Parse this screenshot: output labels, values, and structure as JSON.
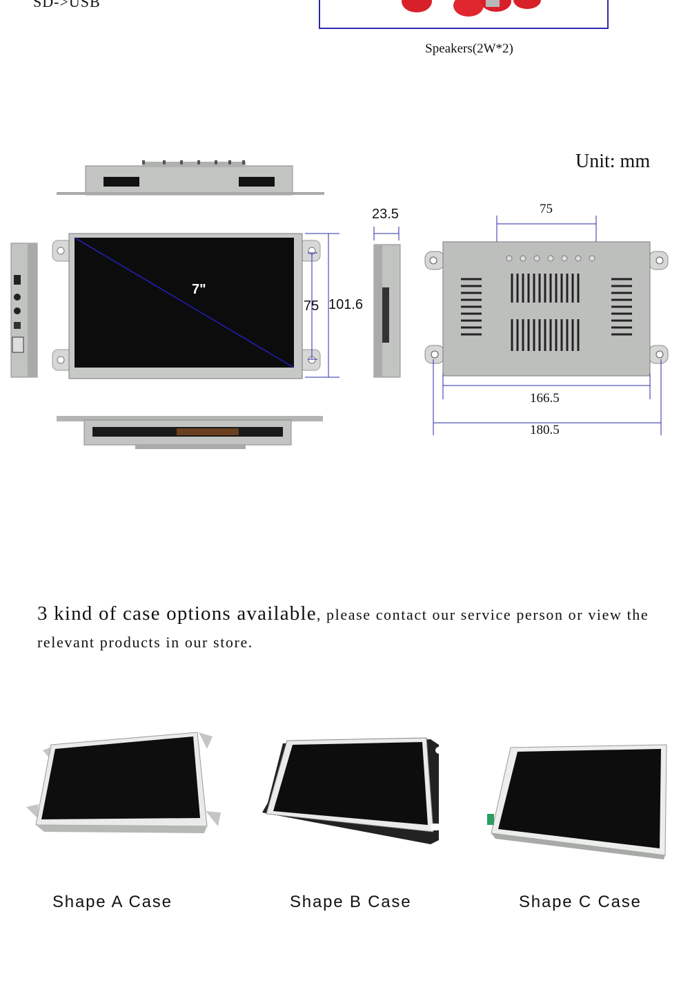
{
  "top": {
    "port_label": "SD->USB",
    "speaker_caption": "Speakers(2W*2)"
  },
  "dimensions": {
    "unit_label": "Unit: mm",
    "diagonal": "7\"",
    "depth": "23.5",
    "screen_height": "75",
    "total_height": "101.6",
    "rear_hole_spacing": "75",
    "rear_body_width": "166.5",
    "rear_total_width": "180.5"
  },
  "case_section": {
    "heading_big": "3 kind of case options available",
    "heading_rest": ", please contact our service person or view the relevant products in our store."
  },
  "shapes": [
    {
      "label": "Shape A Case"
    },
    {
      "label": "Shape B Case"
    },
    {
      "label": "Shape C Case"
    }
  ],
  "colors": {
    "dimension_line": "#2a2aa8",
    "case_grey": "#c4c6c4",
    "screen_black": "#0c0c0c"
  }
}
